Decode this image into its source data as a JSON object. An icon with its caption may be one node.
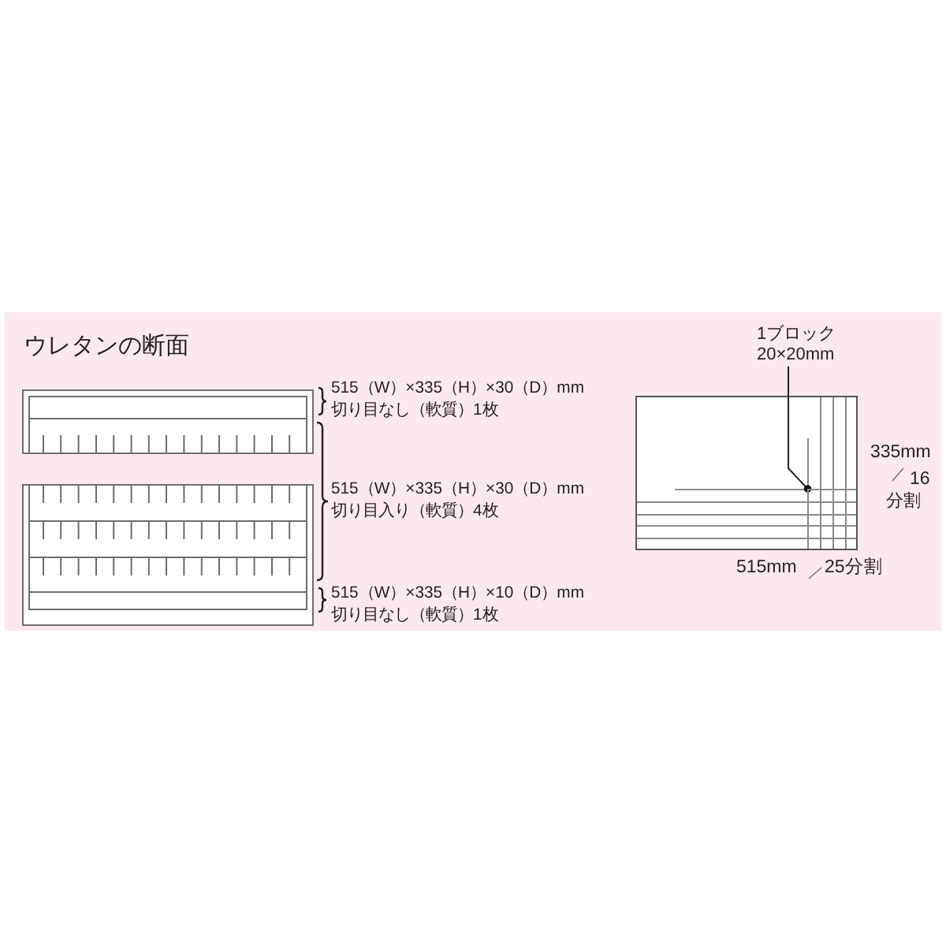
{
  "diagram": {
    "title": "ウレタンの断面",
    "nodes": [
      {
        "text": [
          "1ブロック",
          "20×20mm"
        ]
      },
      {
        "text": [],
        "shape": "box"
      }
    ],
    "edges": [
      {
        "from": 0,
        "to": 1,
        "arrow": "other"
      }
    ],
    "labels": [
      "515（W）×335（H）×30（D）mm",
      "切り目なし（軟質）1枚",
      "515（W）×335（H）×30（D）mm",
      "切り目入り（軟質）4枚",
      "515（W）×335（H）×10（D）mm",
      "切り目なし（軟質）1枚",
      "335mm",
      "16",
      "分割",
      "515mm",
      "25分割"
    ]
  }
}
